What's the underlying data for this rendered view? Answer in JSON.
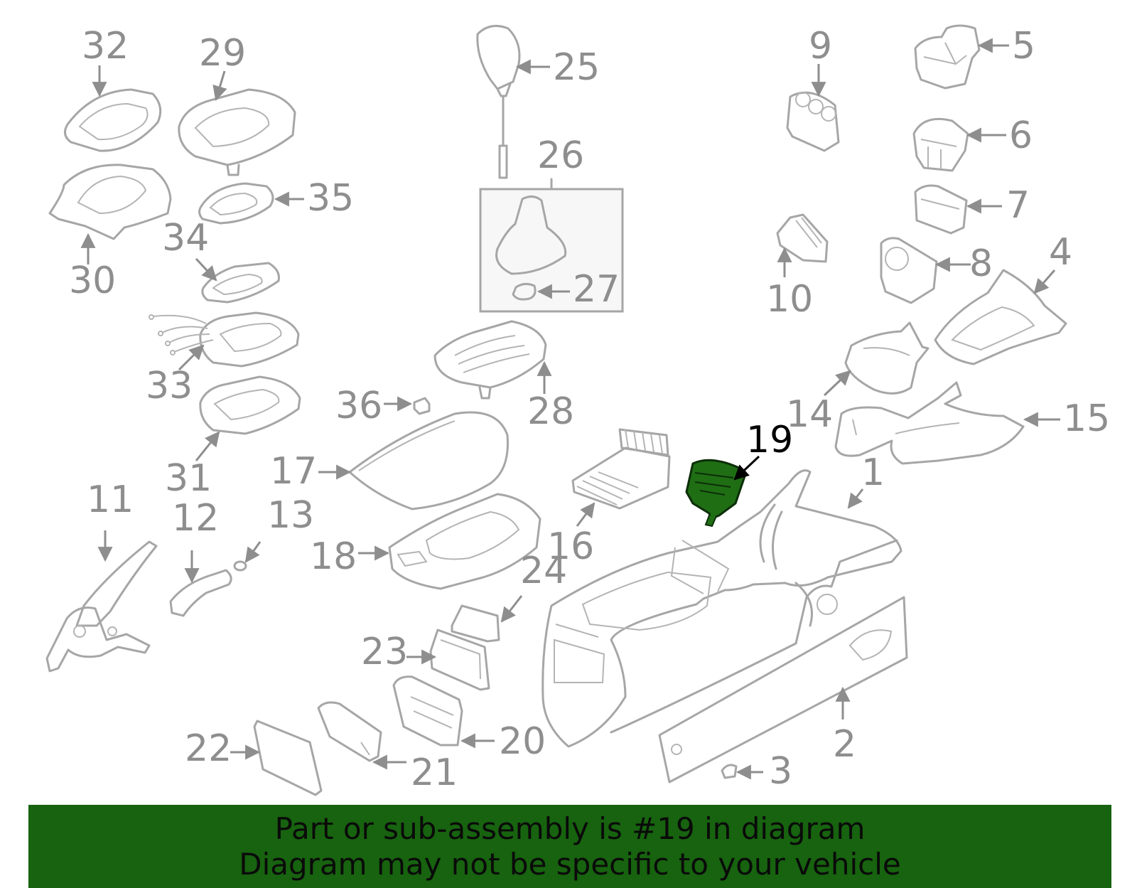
{
  "banner": {
    "line1": "Part or sub-assembly is #19 in diagram",
    "line2": "Diagram may not be specific to your vehicle",
    "background": "#17630f"
  },
  "colors": {
    "outline": "#a6a6a6",
    "label": "#8e8e8e",
    "highlight_fill": "#1f6e14",
    "highlight_label": "#000000"
  },
  "highlighted_part": "19",
  "labels": {
    "p1": "1",
    "p2": "2",
    "p3": "3",
    "p4": "4",
    "p5": "5",
    "p6": "6",
    "p7": "7",
    "p8": "8",
    "p9": "9",
    "p10": "10",
    "p11": "11",
    "p12": "12",
    "p13": "13",
    "p14": "14",
    "p15": "15",
    "p16": "16",
    "p17": "17",
    "p18": "18",
    "p19": "19",
    "p20": "20",
    "p21": "21",
    "p22": "22",
    "p23": "23",
    "p24": "24",
    "p25": "25",
    "p26": "26",
    "p27": "27",
    "p28": "28",
    "p29": "29",
    "p30": "30",
    "p31": "31",
    "p32": "32",
    "p33": "33",
    "p34": "34",
    "p35": "35",
    "p36": "36"
  }
}
